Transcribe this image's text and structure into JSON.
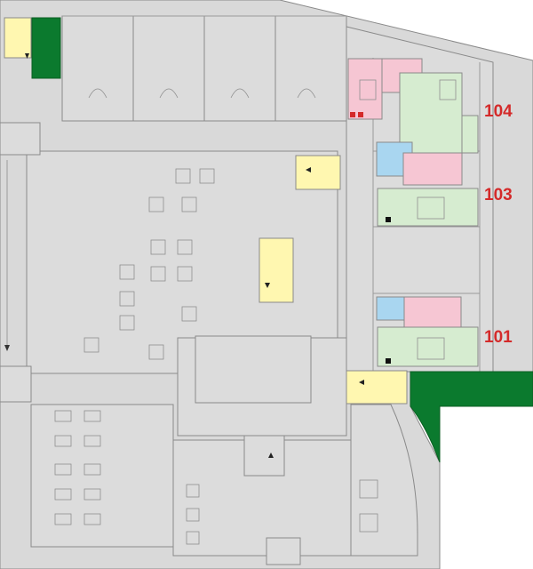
{
  "rooms": [
    {
      "number": "104",
      "color": "#d42a2a"
    },
    {
      "number": "103",
      "color": "#d42a2a"
    },
    {
      "number": "101",
      "color": "#d42a2a"
    }
  ],
  "colors": {
    "stair": "#fff7b0",
    "green_area": "#0b7a2e",
    "bedroom": "#f6c6d3",
    "living": "#d6ecd0",
    "bathroom": "#a9d6f0",
    "floor": "#dcdcdc"
  }
}
